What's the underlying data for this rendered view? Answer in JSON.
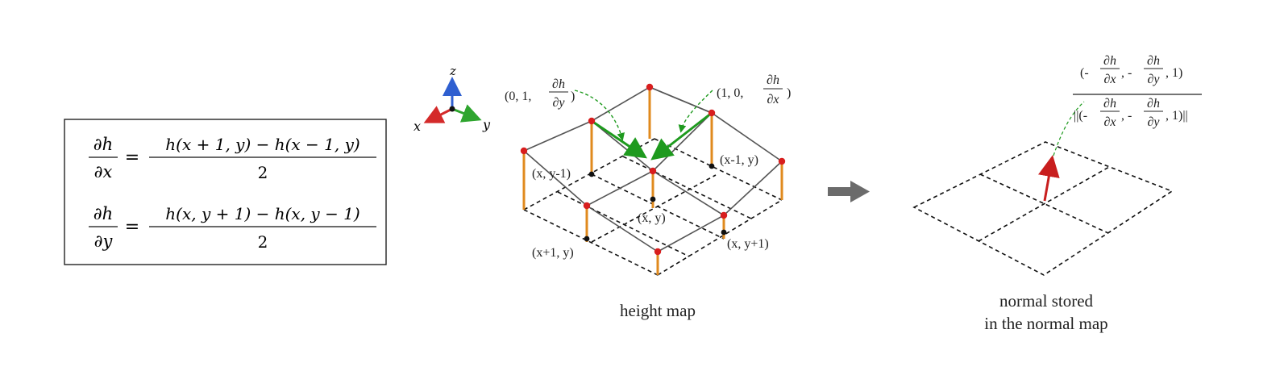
{
  "formula_box": {
    "row1": {
      "lhs_num": "∂h",
      "lhs_den": "∂x",
      "equals": "=",
      "rhs_num": "h(x + 1, y) − h(x − 1, y)",
      "rhs_den": "2"
    },
    "row2": {
      "lhs_num": "∂h",
      "lhs_den": "∂y",
      "equals": "=",
      "rhs_num": "h(x, y + 1) − h(x, y − 1)",
      "rhs_den": "2"
    }
  },
  "axes": {
    "z": "z",
    "x": "x",
    "y": "y"
  },
  "height_map": {
    "tangent_y": {
      "prefix": "(0, 1,",
      "num": "∂h",
      "den": "∂y",
      "suffix": ")"
    },
    "tangent_x": {
      "prefix": "(1, 0,",
      "num": "∂h",
      "den": "∂x",
      "suffix": ")"
    },
    "cell_labels": {
      "x_ym1": "(x, y-1)",
      "xm1_y": "(x-1, y)",
      "x_y": "(x, y)",
      "xp1_y": "(x+1, y)",
      "x_yp1": "(x, y+1)"
    },
    "caption": "height map"
  },
  "normal_map": {
    "numerator": {
      "open": "(-",
      "a_num": "∂h",
      "a_den": "∂x",
      "sep1": ", -",
      "b_num": "∂h",
      "b_den": "∂y",
      "close": ", 1)"
    },
    "denominator": {
      "open": "||(-",
      "a_num": "∂h",
      "a_den": "∂x",
      "sep1": ", -",
      "b_num": "∂h",
      "b_den": "∂y",
      "close": ", 1)||"
    },
    "caption_line1": "normal stored",
    "caption_line2": "in the normal map"
  },
  "colors": {
    "x_axis": "#d42a2a",
    "y_axis": "#2ea52e",
    "z_axis": "#2f5fd0",
    "height_post": "#e08a1e",
    "node": "#d81e1e",
    "tangent": "#1e9a1e",
    "normal_arrow": "#c81e1e",
    "flow_arrow": "#6b6b6b"
  }
}
